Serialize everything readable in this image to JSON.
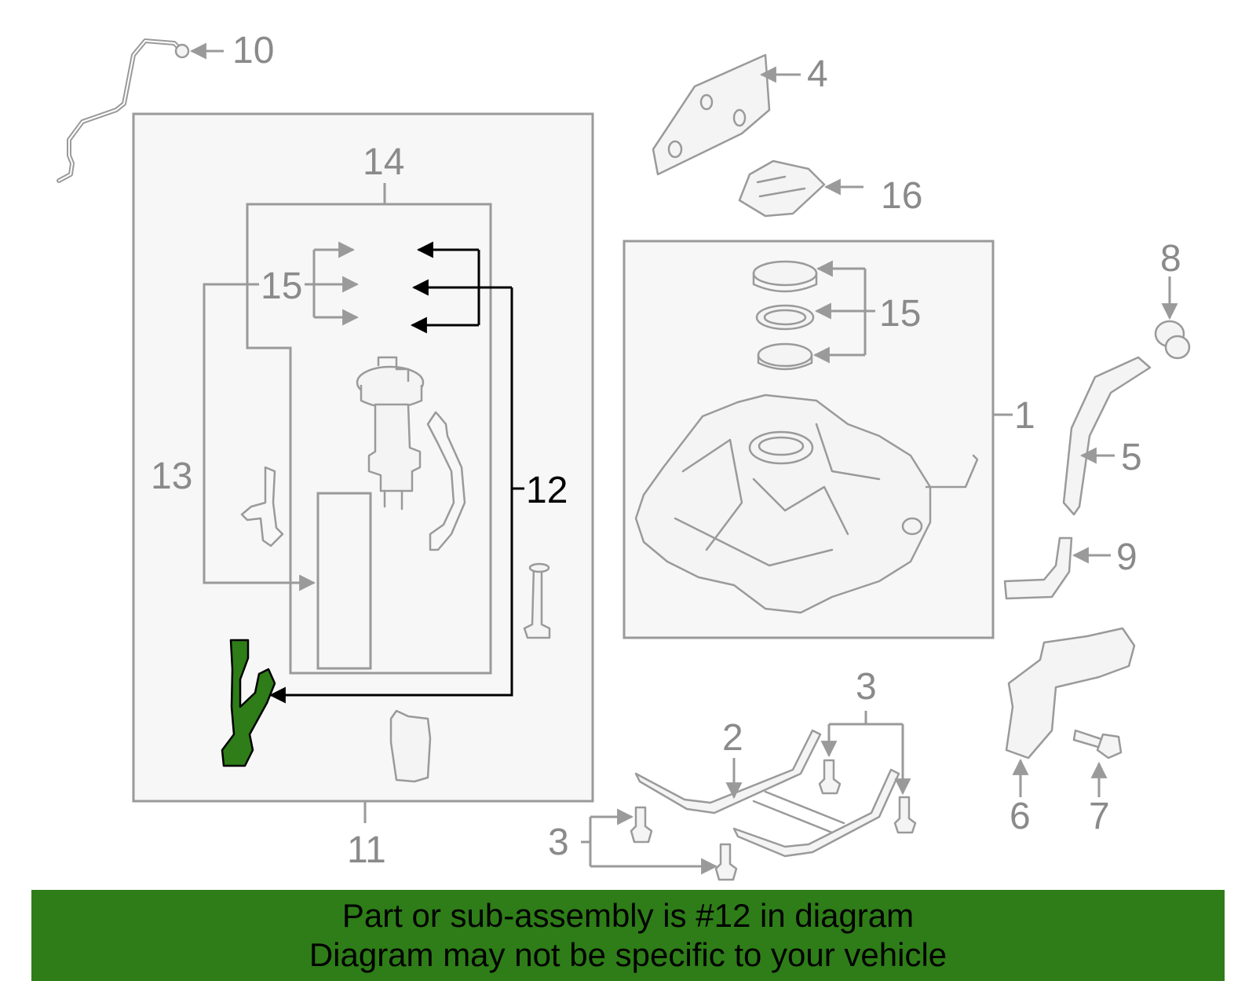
{
  "callouts": {
    "c1": "1",
    "c2": "2",
    "c3a": "3",
    "c3b": "3",
    "c4": "4",
    "c5": "5",
    "c6": "6",
    "c7": "7",
    "c8": "8",
    "c9": "9",
    "c10": "10",
    "c11": "11",
    "c12": "12",
    "c13": "13",
    "c14": "14",
    "c15a": "15",
    "c15b": "15",
    "c16": "16"
  },
  "highlighted_part": "12",
  "colors": {
    "highlight": "#2e7d18",
    "banner": "#2e7d18",
    "line": "#9a9a9a",
    "active_line": "#000000"
  },
  "banner": {
    "line1": "Part or sub-assembly is #12 in diagram",
    "line2": "Diagram may not be specific to your vehicle"
  }
}
